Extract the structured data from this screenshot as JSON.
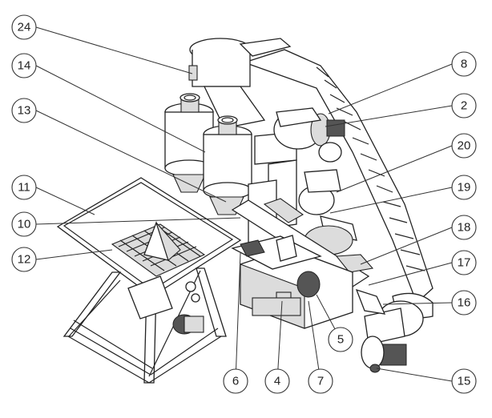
{
  "callouts": [
    {
      "id": "c24",
      "label": "24"
    },
    {
      "id": "c14",
      "label": "14"
    },
    {
      "id": "c13",
      "label": "13"
    },
    {
      "id": "c11",
      "label": "11"
    },
    {
      "id": "c10",
      "label": "10"
    },
    {
      "id": "c12",
      "label": "12"
    },
    {
      "id": "c8",
      "label": "8"
    },
    {
      "id": "c2",
      "label": "2"
    },
    {
      "id": "c20",
      "label": "20"
    },
    {
      "id": "c19",
      "label": "19"
    },
    {
      "id": "c18",
      "label": "18"
    },
    {
      "id": "c17",
      "label": "17"
    },
    {
      "id": "c16",
      "label": "16"
    },
    {
      "id": "c15",
      "label": "15"
    },
    {
      "id": "c5",
      "label": "5"
    },
    {
      "id": "c6",
      "label": "6"
    },
    {
      "id": "c4",
      "label": "4"
    },
    {
      "id": "c7",
      "label": "7"
    }
  ]
}
